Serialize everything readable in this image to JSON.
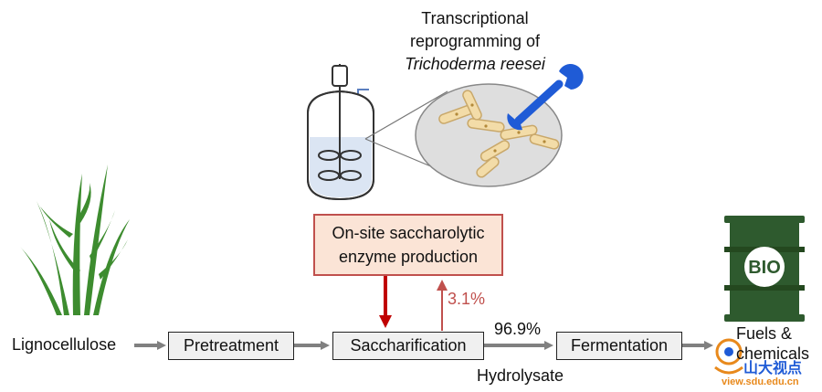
{
  "title": {
    "line1": "Transcriptional",
    "line2": "reprogramming of",
    "line3": "Trichoderma reesei"
  },
  "enzyme_box": {
    "line1": "On-site saccharolytic",
    "line2": "enzyme production"
  },
  "input_label": "Lignocellulose",
  "steps": [
    "Pretreatment",
    "Saccharification",
    "Fermentation"
  ],
  "percent_return": "3.1%",
  "percent_forward": "96.9%",
  "hydrolysate_label": "Hydrolysate",
  "product_label": {
    "line1": "Fuels &",
    "line2": "chemicals"
  },
  "barrel_text": "BIO",
  "watermark": {
    "cn": "山大视点",
    "url": "view.sdu.edu.cn"
  },
  "colors": {
    "box_fill": "#f0f0f0",
    "enzyme_fill": "#fbe4d6",
    "enzyme_border": "#c0504d",
    "down_arrow": "#c00000",
    "up_arrow": "#c0504d",
    "flow_arrow": "#808080",
    "barrel": "#2e5a2e",
    "plant": "#3d8c2f",
    "wrench": "#1f5bd6",
    "hyphae": "#f3dca8"
  }
}
